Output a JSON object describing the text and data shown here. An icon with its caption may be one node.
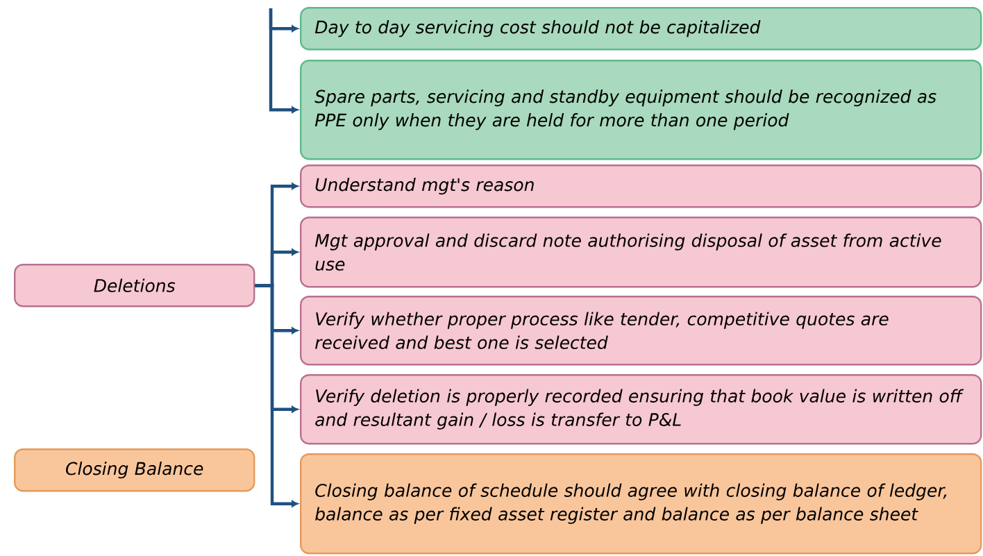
{
  "diagram": {
    "nodes": [
      {
        "text": [
          "Day to day servicing cost should not be capitalized"
        ]
      },
      {
        "text": [
          "Spare parts, servicing and standby equipment should be recognized as PPE only when they are held for more than one period"
        ]
      },
      {
        "text": [
          "Understand mgt's reason"
        ]
      },
      {
        "text": [
          "Mgt approval and discard note authorising disposal of asset from active use"
        ]
      },
      {
        "text": [
          "Verify whether proper process like tender, competitive quotes are received and best one is selected"
        ]
      },
      {
        "text": [
          "Verify deletion is properly recorded ensuring that book value is written off and resultant gain / loss is transfer to P&L"
        ]
      },
      {
        "text": [
          "Closing balance of schedule should agree with closing balance of ledger, balance as per fixed asset register and balance as per balance sheet"
        ]
      },
      {
        "text": [
          "Deletions"
        ]
      },
      {
        "text": [
          "Closing Balance"
        ]
      }
    ],
    "edges": [
      {
        "from": null,
        "to": 0,
        "arrow": "to"
      },
      {
        "from": null,
        "to": 1,
        "arrow": "to"
      },
      {
        "from": 7,
        "to": 2,
        "arrow": "to"
      },
      {
        "from": 7,
        "to": 3,
        "arrow": "to"
      },
      {
        "from": 7,
        "to": 4,
        "arrow": "to"
      },
      {
        "from": 7,
        "to": 5,
        "arrow": "to"
      },
      {
        "from": 7,
        "to": 6,
        "arrow": "to"
      }
    ]
  }
}
